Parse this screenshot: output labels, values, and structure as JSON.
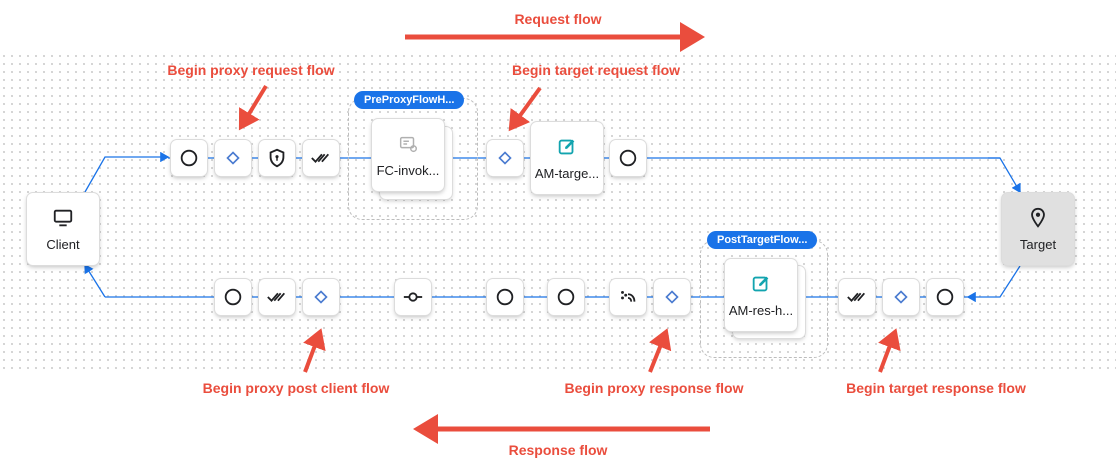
{
  "headers": {
    "request_flow": "Request flow",
    "response_flow": "Response flow"
  },
  "annotations": {
    "begin_proxy_request": "Begin proxy request flow",
    "begin_target_request": "Begin target request flow",
    "begin_proxy_post_client": "Begin proxy post client flow",
    "begin_proxy_response": "Begin proxy response flow",
    "begin_target_response": "Begin target response flow"
  },
  "endpoints": {
    "client": "Client",
    "target": "Target"
  },
  "flows": {
    "pre_proxy": "PreProxyFlowH...",
    "post_target": "PostTargetFlow..."
  },
  "policies": {
    "fc_invoke": "FC-invok...",
    "am_target": "AM-targe...",
    "am_res": "AM-res-h..."
  },
  "colors": {
    "accent_red": "#ea4d3d",
    "link_blue": "#1a73e8",
    "diamond_blue": "#4a7bd0",
    "edit_teal": "#12a4af"
  }
}
